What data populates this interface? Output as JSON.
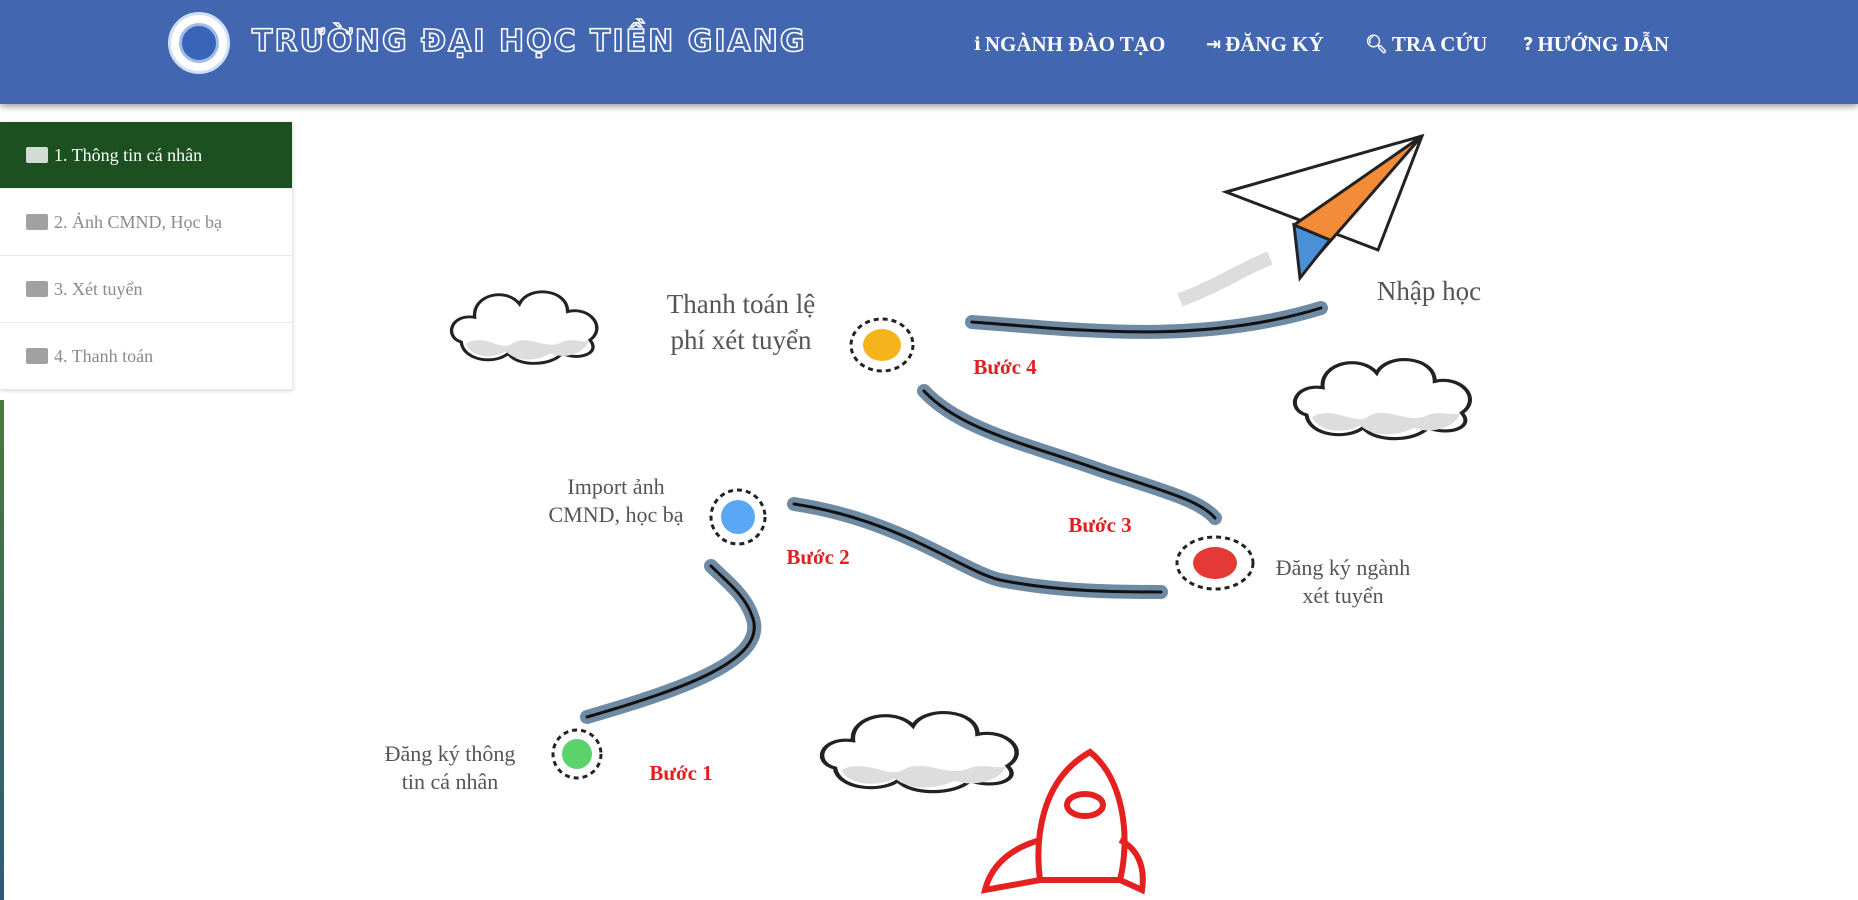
{
  "header": {
    "title": "TRƯỜNG ĐẠI HỌC TIỀN GIANG",
    "nav": [
      {
        "icon": "info-icon",
        "label": "NGÀNH ĐÀO TẠO"
      },
      {
        "icon": "sign-in-icon",
        "label": "ĐĂNG KÝ"
      },
      {
        "icon": "search-icon",
        "label": "TRA CỨU"
      },
      {
        "icon": "question-icon",
        "label": "HƯỚNG DẪN"
      }
    ]
  },
  "sidebar": {
    "items": [
      {
        "label": "1. Thông tin cá nhân",
        "icon": "id-card-icon",
        "active": true
      },
      {
        "label": "2. Ảnh CMND, Học bạ",
        "icon": "images-icon",
        "active": false
      },
      {
        "label": "3. Xét tuyển",
        "icon": "clipboard-check-icon",
        "active": false
      },
      {
        "label": "4. Thanh toán",
        "icon": "money-icon",
        "active": false
      }
    ]
  },
  "roadmap": {
    "steps": [
      {
        "step": "Bước 1",
        "line1": "Đăng ký thông",
        "line2": "tin cá nhân",
        "color": "#5cd36a"
      },
      {
        "step": "Bước 2",
        "line1": "Import ảnh",
        "line2": "CMND, học bạ",
        "color": "#5aa8f5"
      },
      {
        "step": "Bước 3",
        "line1": "Đăng ký ngành",
        "line2": "xét tuyển",
        "color": "#e53935"
      },
      {
        "step": "Bước 4",
        "line1": "Thanh toán lệ",
        "line2": "phí xét tuyển",
        "color": "#f6b41c"
      }
    ],
    "finish": "Nhập học"
  }
}
